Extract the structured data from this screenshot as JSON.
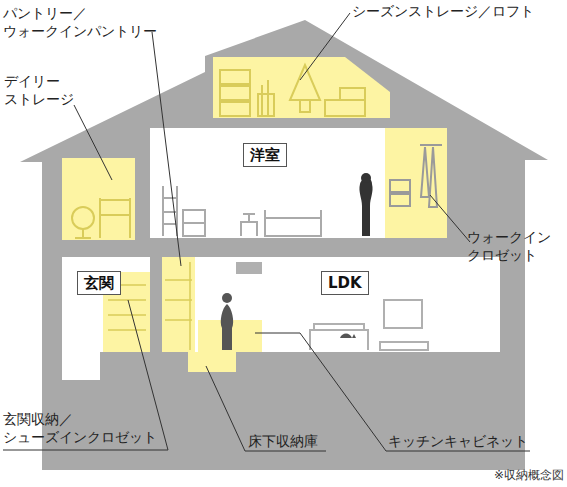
{
  "diagram": {
    "caption": "※収納概念図",
    "nodes": [
      {
        "text": [
          "洋室"
        ]
      },
      {
        "text": [
          "玄関"
        ]
      },
      {
        "text": [
          "LDK"
        ]
      }
    ],
    "labels": [
      "シーズンストレージ／ロフト",
      "パントリー／ ウォークインパントリー",
      "デイリー ストレージ",
      "ウォークイン クロゼット",
      "玄関収納／ シューズインクロゼット",
      "床下収納庫",
      "キッチンキャビネット"
    ]
  }
}
